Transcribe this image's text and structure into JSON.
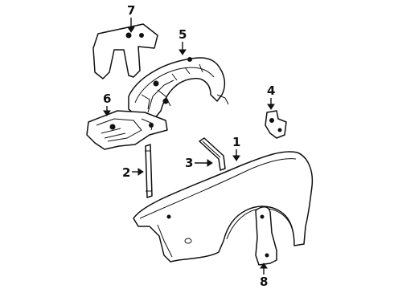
{
  "diagram": {
    "callouts": [
      {
        "id": "1",
        "label": "1"
      },
      {
        "id": "2",
        "label": "2"
      },
      {
        "id": "3",
        "label": "3"
      },
      {
        "id": "4",
        "label": "4"
      },
      {
        "id": "5",
        "label": "5"
      },
      {
        "id": "6",
        "label": "6"
      },
      {
        "id": "7",
        "label": "7"
      },
      {
        "id": "8",
        "label": "8"
      }
    ],
    "parts": [
      {
        "callout": "1",
        "icon": "fender-panel-icon"
      },
      {
        "callout": "2",
        "icon": "support-rod-icon"
      },
      {
        "callout": "3",
        "icon": "brace-bar-icon"
      },
      {
        "callout": "4",
        "icon": "bracket-icon"
      },
      {
        "callout": "5",
        "icon": "wheelhouse-liner-icon"
      },
      {
        "callout": "6",
        "icon": "splash-shield-icon"
      },
      {
        "callout": "7",
        "icon": "seal-pad-icon"
      },
      {
        "callout": "8",
        "icon": "mud-guard-icon"
      }
    ]
  }
}
